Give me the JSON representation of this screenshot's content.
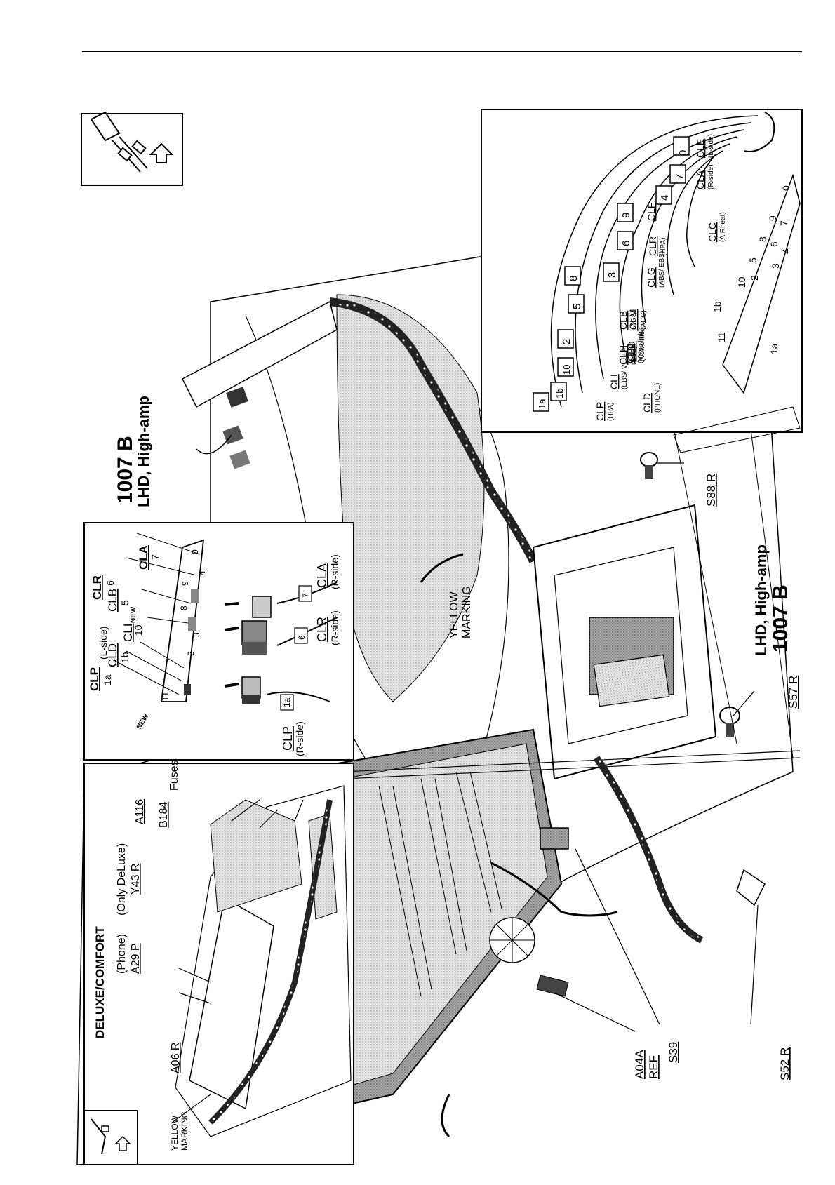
{
  "title_top": {
    "line1": "1007 B",
    "line2": "LHD, High-amp"
  },
  "title_right": {
    "line1": "1007 B",
    "line2": "LHD, High-amp"
  },
  "marking": {
    "yellow_line1": "YELLOW",
    "yellow_line2": "MARKING"
  },
  "deluxe_panel": {
    "header": "DELUXE/COMFORT",
    "phone": "(Phone)",
    "a29p": "A29 P",
    "only_deluxe": "(Only DeLuxe)",
    "y43r": "Y43 R",
    "a116": "A116",
    "b184": "B184",
    "fuses": "Fuses",
    "a06r": "A06 R",
    "yellow_line1": "YELLOW",
    "yellow_line2": "MARKING"
  },
  "connector_panel": {
    "clp": "CLP",
    "clp_pin": "1a",
    "cld": "CLD",
    "cld_pin": "1b",
    "l_side": "(L-side)",
    "cli": "CLI",
    "cli_pin": "10",
    "new": "NEW",
    "clb": "CLB",
    "clb_pin": "5",
    "clr": "CLR",
    "clr_pin": "6",
    "cla": "CLA",
    "cla_pin": "7",
    "pin11": "11",
    "new2": "NEW",
    "bottom_clp": "CLP",
    "bottom_clp_side": "(R-side)",
    "bottom_clr": "CLR",
    "bottom_clr_side": "(R-side)",
    "bottom_cla": "CLA",
    "bottom_cla_side": "(R-side)",
    "plug_1a": "1a",
    "plug_6": "6",
    "plug_7": "7",
    "socket_numbers": [
      "2",
      "3",
      "8",
      "9",
      "4",
      "0"
    ]
  },
  "detail_panel": {
    "labels": [
      {
        "code": "CLE",
        "note": "(L-side)"
      },
      {
        "code": "CLA",
        "note": "(R-side)"
      },
      {
        "code": "CLC",
        "note": "(AIRheat)"
      },
      {
        "code": "CLF",
        "note": ""
      },
      {
        "code": "CLR",
        "note": "(HPA)"
      },
      {
        "code": "CLG",
        "note": "(ABS/ EBS)"
      },
      {
        "code": "CLM",
        "note": "(ACC)"
      },
      {
        "code": "CLO",
        "note": "(Volvo link)"
      },
      {
        "code": "CLB",
        "note": "(AGS)"
      },
      {
        "code": "CLH",
        "note": "(ECS)"
      },
      {
        "code": "CLN",
        "note": "(Volvo link)"
      },
      {
        "code": "CLI",
        "note": "(EBS/ VESP)"
      },
      {
        "code": "CLD",
        "note": "(PHONE)"
      },
      {
        "code": "CLP",
        "note": "(HPA)"
      }
    ],
    "plug_numbers": [
      "0",
      "7",
      "4",
      "9",
      "6",
      "3",
      "8",
      "5",
      "2",
      "10",
      "1b",
      "1a"
    ],
    "socket_numbers": [
      "10",
      "5",
      "8",
      "9",
      "2",
      "3",
      "6",
      "7",
      "4",
      "0"
    ],
    "pin_11": "11",
    "pin_1b": "1b",
    "pin_1a": "1a"
  },
  "main_labels": {
    "s88r": "S88 R",
    "s57r": "S57 R",
    "s52r": "S52 R",
    "s39": "S39",
    "a04a": "A04A",
    "ref": "REF"
  }
}
